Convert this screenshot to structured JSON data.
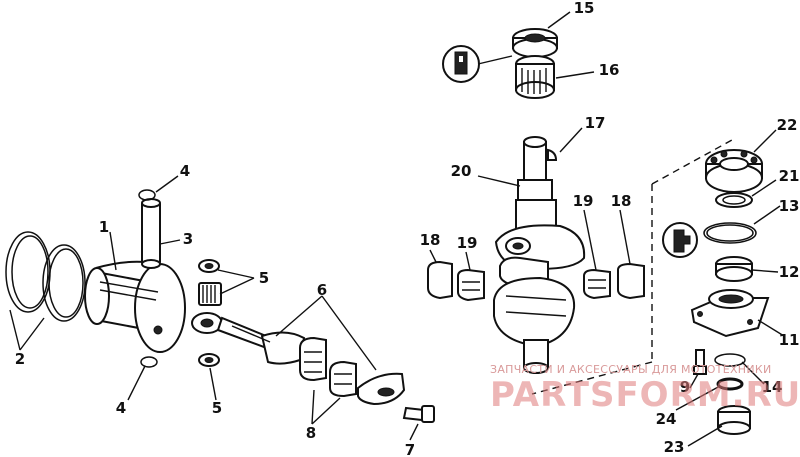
{
  "callouts": {
    "c1": "1",
    "c2": "2",
    "c3": "3",
    "c4a": "4",
    "c4b": "4",
    "c5a": "5",
    "c5b": "5",
    "c6": "6",
    "c7": "7",
    "c8": "8",
    "c9": "9",
    "c11": "11",
    "c12": "12",
    "c13": "13",
    "c14": "14",
    "c15": "15",
    "c16": "16",
    "c17": "17",
    "c18a": "18",
    "c18b": "18",
    "c19a": "19",
    "c19b": "19",
    "c20": "20",
    "c21": "21",
    "c22": "22",
    "c23": "23",
    "c24": "24"
  },
  "watermark": {
    "tagline": "ЗАПЧАСТИ И АКСЕССУАРЫ ДЛЯ МОТОТЕХНИКИ",
    "brand": "PARTSFORM.RU"
  }
}
